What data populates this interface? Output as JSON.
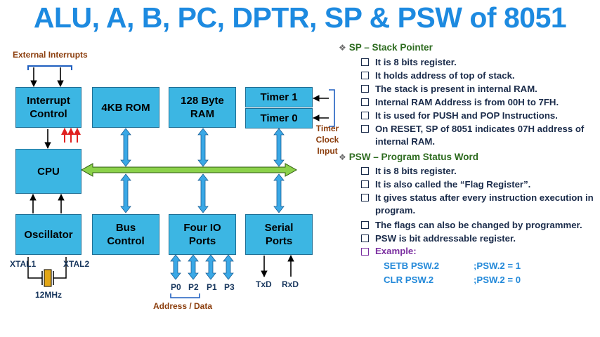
{
  "title": "ALU, A, B, PC, DPTR, SP & PSW of 8051",
  "diagram": {
    "blocks": {
      "interrupt_control": "Interrupt Control",
      "rom": "4KB ROM",
      "ram": "128 Byte RAM",
      "timer1": "Timer 1",
      "timer0": "Timer 0",
      "cpu": "CPU",
      "oscillator": "Oscillator",
      "bus_control": "Bus Control",
      "io_ports": "Four IO Ports",
      "serial_ports": "Serial Ports"
    },
    "labels": {
      "external_interrupts": "External Interrupts",
      "timer_clock_input": "Timer Clock Input",
      "xtal1": "XTAL1",
      "xtal2": "XTAL2",
      "crystal": "12MHz",
      "p0": "P0",
      "p2": "P2",
      "p1": "P1",
      "p3": "P3",
      "address_data": "Address / Data",
      "txd": "TxD",
      "rxd": "RxD"
    }
  },
  "notes": {
    "sp": {
      "heading": "SP – Stack Pointer",
      "items": [
        "It is 8 bits register.",
        "It holds address of top of stack.",
        "The stack is present in internal RAM.",
        "Internal RAM Address is from 00H to 7FH.",
        "It is used for PUSH and POP Instructions.",
        "On RESET, SP of 8051 indicates 07H address of internal RAM."
      ]
    },
    "psw": {
      "heading": "PSW – Program Status Word",
      "items": [
        "It is 8 bits register.",
        "It is also called the “Flag Register”.",
        "It gives status after every instruction execution in program.",
        "The flags can also be changed by programmer.",
        "PSW is bit addressable register."
      ],
      "example_label": "Example:",
      "examples": [
        {
          "code": "SETB PSW.2",
          "comment": ";PSW.2 = 1"
        },
        {
          "code": "CLR PSW.2",
          "comment": ";PSW.2 = 0"
        }
      ]
    }
  }
}
